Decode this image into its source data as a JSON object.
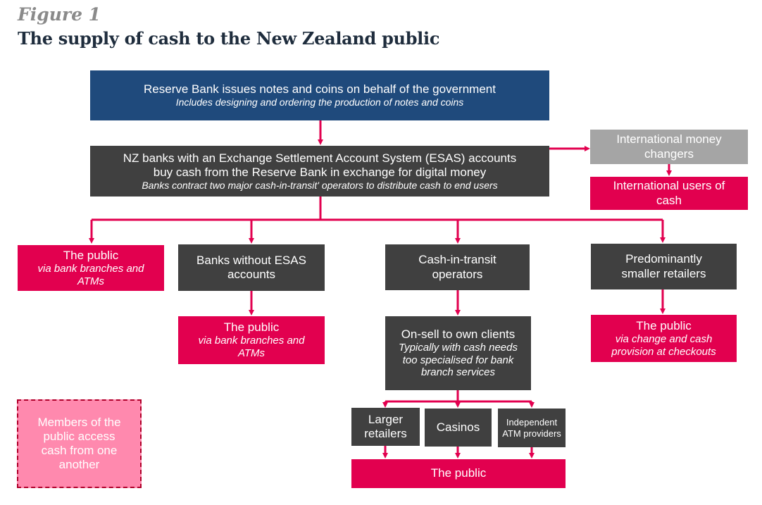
{
  "figure_label": "Figure 1",
  "title": "The supply of cash to the New Zealand public",
  "colors": {
    "navy": "#1f4a7c",
    "dark": "#404040",
    "grey": "#a5a5a5",
    "crimson": "#e2004f",
    "pink": "#ff89ae"
  },
  "nodes": {
    "reserve_bank": {
      "main": "Reserve Bank issues notes and coins on behalf of the government",
      "sub": "Includes designing and ordering the production of notes and coins"
    },
    "nz_banks": {
      "line1": "NZ banks with an Exchange Settlement Account System (ESAS) accounts",
      "line2": "buy cash from the Reserve Bank in exchange for digital money",
      "sub": "Banks contract two major cash-in-transit' operators to distribute cash to end users"
    },
    "intl_changers": {
      "main": "International money changers"
    },
    "intl_users": {
      "main": "International users of cash"
    },
    "public_1": {
      "main": "The public",
      "sub": "via bank branches and ATMs"
    },
    "banks_without_esas": {
      "main": "Banks without ESAS accounts"
    },
    "cit_operators": {
      "main": "Cash-in-transit operators"
    },
    "smaller_retailers": {
      "main": "Predominantly smaller retailers"
    },
    "public_2": {
      "main": "The public",
      "sub": "via bank branches and ATMs"
    },
    "onsell": {
      "main": "On-sell to own clients",
      "sub": "Typically with cash needs too specialised for bank branch services"
    },
    "public_3": {
      "main": "The public",
      "sub": "via change and cash provision at checkouts"
    },
    "larger_retailers": {
      "main": "Larger retailers"
    },
    "casinos": {
      "main": "Casinos"
    },
    "atm_providers": {
      "main": "Independent ATM providers"
    },
    "public_4": {
      "main": "The public"
    },
    "members": {
      "main": "Members of the public access cash from one another"
    }
  }
}
